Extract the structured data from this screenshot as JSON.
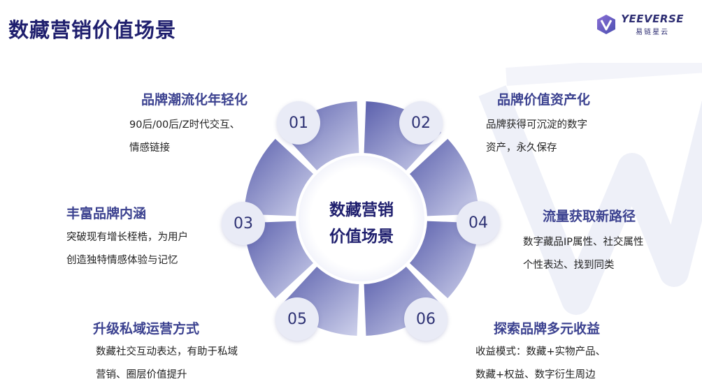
{
  "page": {
    "title": "数藏营销价值场景",
    "center_line1": "数藏营销",
    "center_line2": "价值场景"
  },
  "logo": {
    "name": "YEEVERSE",
    "subtitle": "易链星云"
  },
  "items": [
    {
      "num": "01",
      "title": "品牌潮流化年轻化",
      "line1": "90后/00后/Z时代交互、",
      "line2": "情感链接"
    },
    {
      "num": "02",
      "title": "品牌价值资产化",
      "line1": "品牌获得可沉淀的数字",
      "line2": "资产，永久保存"
    },
    {
      "num": "03",
      "title": "丰富品牌内涵",
      "line1": "突破现有增长桎梏，为用户",
      "line2": "创造独特情感体验与记忆"
    },
    {
      "num": "04",
      "title": "流量获取新路径",
      "line1": "数字藏品IP属性、社交属性",
      "line2": "个性表达、找到同类"
    },
    {
      "num": "05",
      "title": "升级私域运营方式",
      "line1": "数藏社交互动表达，有助于私域",
      "line2": "营销、圈层价值提升"
    },
    {
      "num": "06",
      "title": "探索品牌多元收益",
      "line1": "收益模式：数藏+实物产品、",
      "line2": "数藏+权益、数字衍生周边"
    }
  ],
  "colors": {
    "primary": "#3c4290",
    "dark": "#1f1f6e",
    "segment_dark": "#5b60ad",
    "segment_light": "#cdd0ea"
  }
}
